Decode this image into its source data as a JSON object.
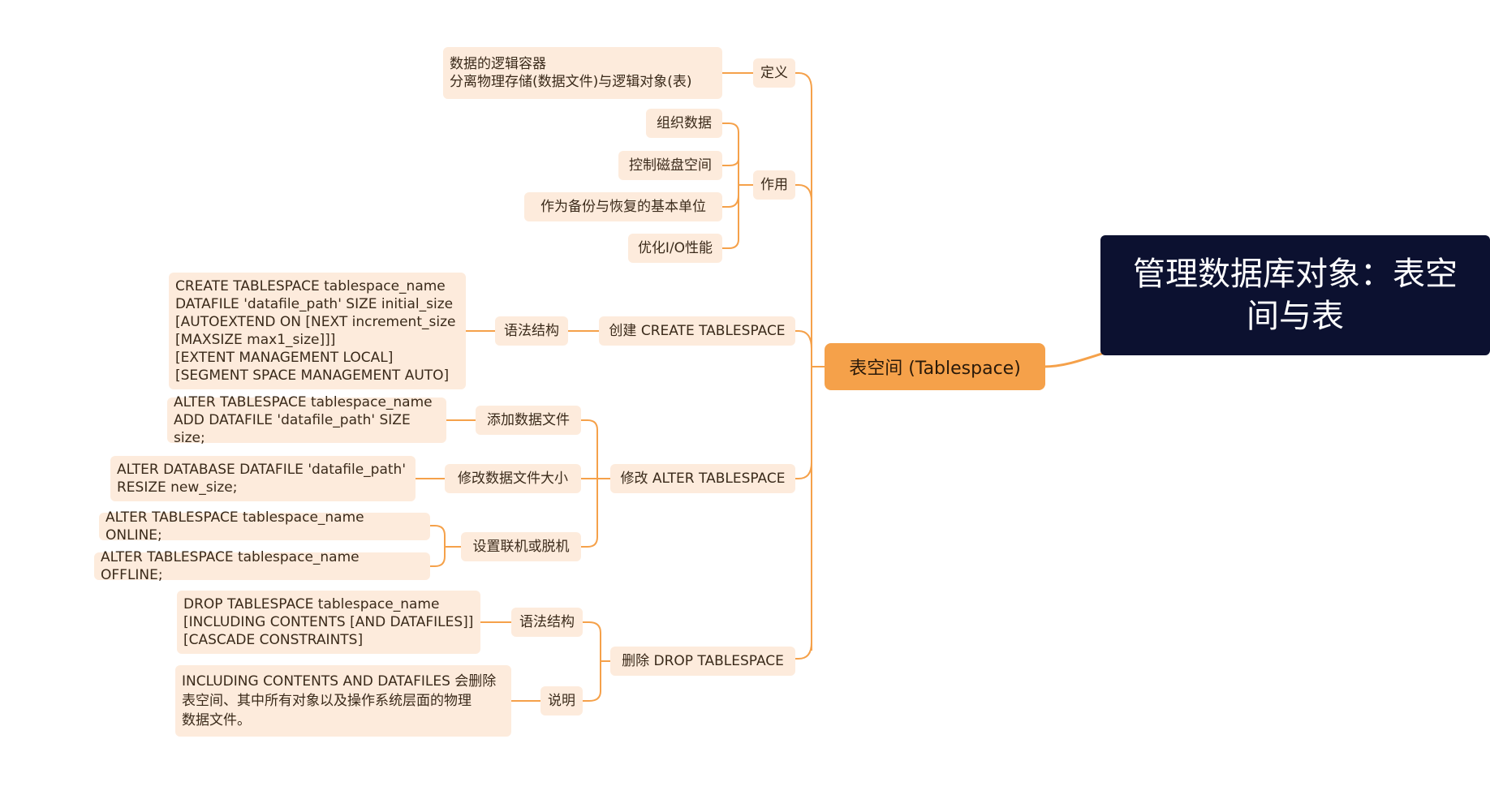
{
  "root": {
    "label": "管理数据库对象：表空\n间与表"
  },
  "branch": {
    "label": "表空间 (Tablespace)"
  },
  "nodes": {
    "def": "定义",
    "def_text": "数据的逻辑容器\n分离物理存储(数据文件)与逻辑对象(表)",
    "use": "作用",
    "use_1": "组织数据",
    "use_2": "控制磁盘空间",
    "use_3": "作为备份与恢复的基本单位",
    "use_4": "优化I/O性能",
    "create": "创建 CREATE TABLESPACE",
    "create_syntax": "语法结构",
    "create_code": "CREATE TABLESPACE tablespace_name\nDATAFILE 'datafile_path' SIZE initial_size\n[AUTOEXTEND ON [NEXT increment_size\n[MAXSIZE max1_size]]]\n[EXTENT MANAGEMENT LOCAL]\n[SEGMENT SPACE MANAGEMENT AUTO]",
    "alter": "修改 ALTER TABLESPACE",
    "alter_add": "添加数据文件",
    "alter_add_code": "ALTER TABLESPACE tablespace_name\nADD DATAFILE 'datafile_path' SIZE size;",
    "alter_resize": "修改数据文件大小",
    "alter_resize_code": "ALTER DATABASE DATAFILE 'datafile_path'\nRESIZE new_size;",
    "alter_online": "设置联机或脱机",
    "alter_online_code": "ALTER TABLESPACE tablespace_name ONLINE;",
    "alter_offline_code": "ALTER TABLESPACE tablespace_name OFFLINE;",
    "drop": "删除 DROP TABLESPACE",
    "drop_syntax": "语法结构",
    "drop_code": "DROP TABLESPACE tablespace_name\n[INCLUDING CONTENTS [AND DATAFILES]]\n[CASCADE CONSTRAINTS]",
    "drop_note": "说明",
    "drop_note_text": "INCLUDING CONTENTS AND DATAFILES 会删除\n表空间、其中所有对象以及操作系统层面的物理\n数据文件。"
  },
  "colors": {
    "line": "#f5a14a",
    "node_bg": "#fdebdc",
    "branch_bg": "#f5a14a",
    "root_bg": "#0c1130"
  }
}
